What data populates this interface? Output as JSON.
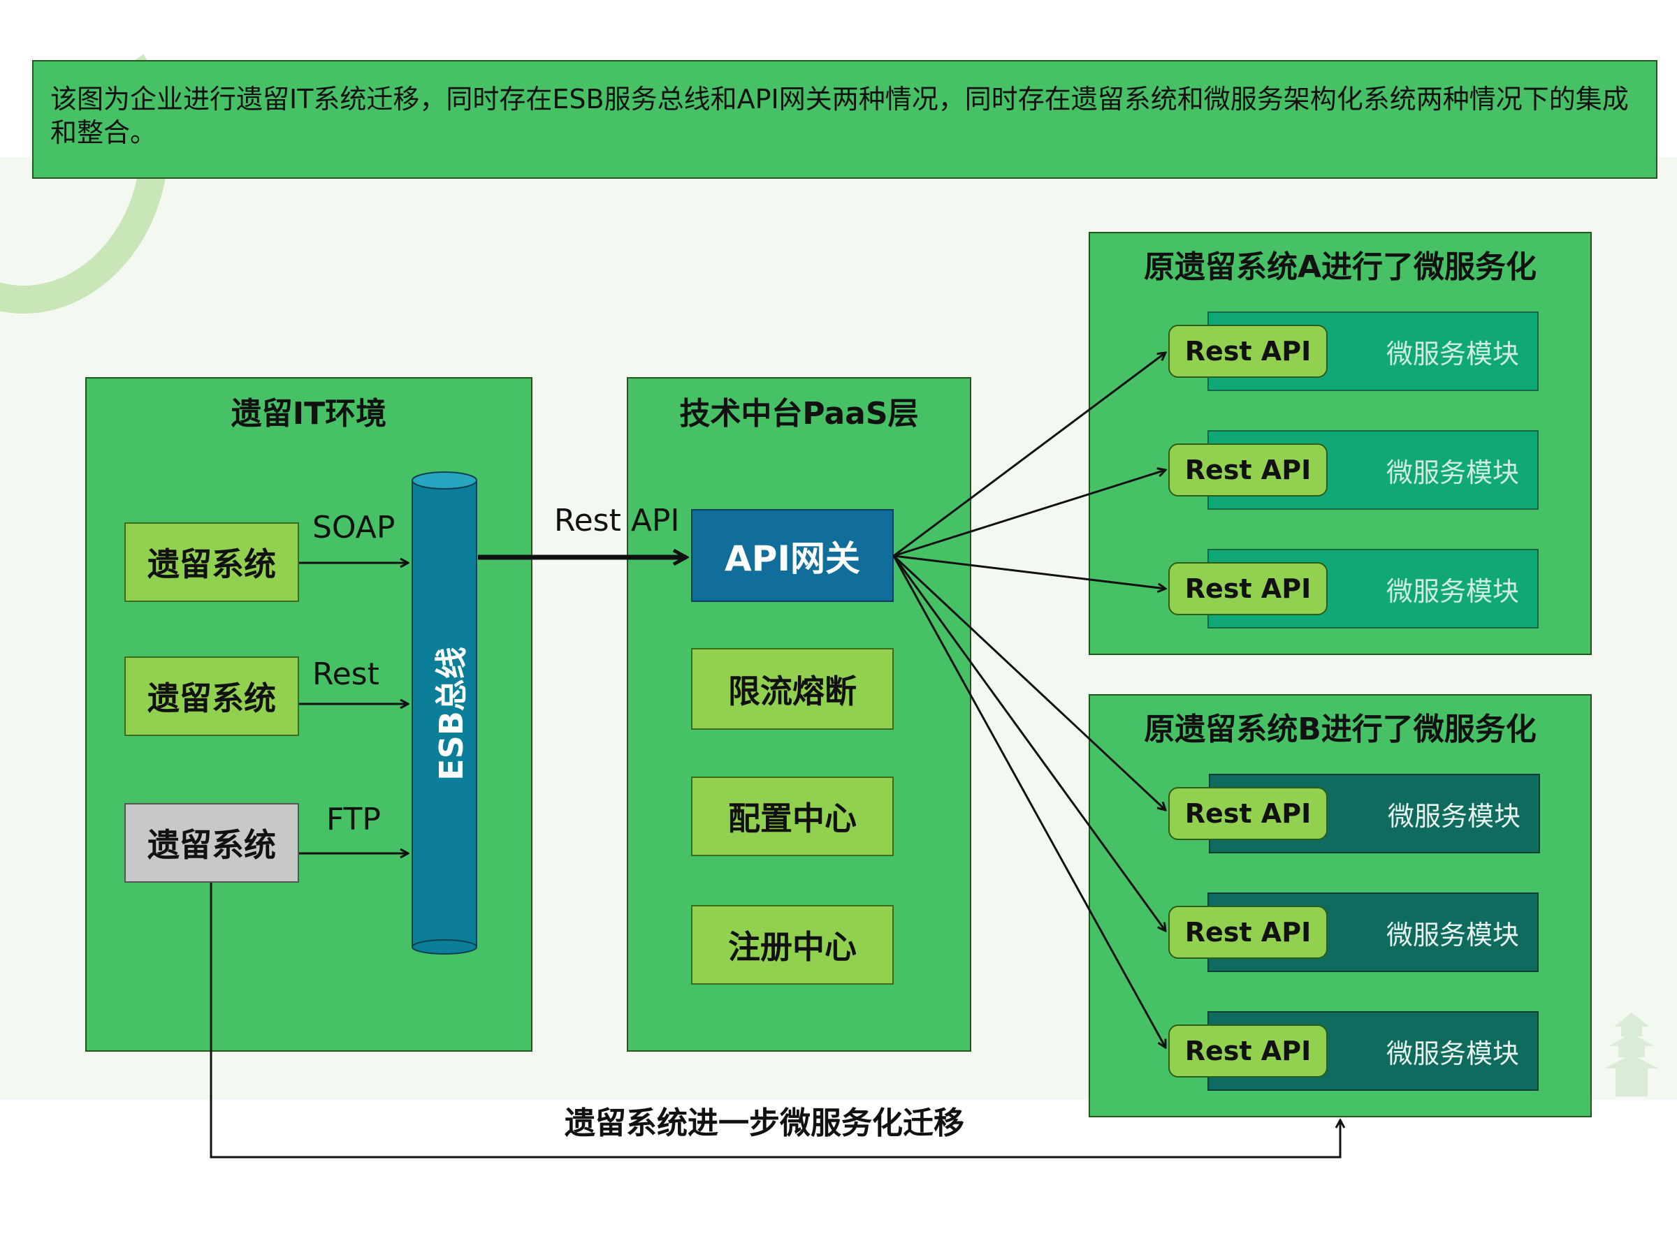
{
  "description": "该图为企业进行遗留IT系统迁移，同时存在ESB服务总线和API网关两种情况，同时存在遗留系统和微服务架构化系统两种情况下的集成和整合。",
  "legacy_env": {
    "title": "遗留IT环境",
    "systems": [
      "遗留系统",
      "遗留系统",
      "遗留系统"
    ],
    "protocols": [
      "SOAP",
      "Rest",
      "FTP"
    ],
    "esb": "ESB总线"
  },
  "paas": {
    "title": "技术中台PaaS层",
    "gateway": "API网关",
    "gateway_input_label": "Rest API",
    "items": [
      "限流熔断",
      "配置中心",
      "注册中心"
    ]
  },
  "group_a": {
    "title": "原遗留系统A进行了微服务化",
    "modules": [
      {
        "api": "Rest API",
        "name": "微服务模块"
      },
      {
        "api": "Rest API",
        "name": "微服务模块"
      },
      {
        "api": "Rest API",
        "name": "微服务模块"
      }
    ]
  },
  "group_b": {
    "title": "原遗留系统B进行了微服务化",
    "modules": [
      {
        "api": "Rest API",
        "name": "微服务模块"
      },
      {
        "api": "Rest API",
        "name": "微服务模块"
      },
      {
        "api": "Rest API",
        "name": "微服务模块"
      }
    ]
  },
  "migration_label": "遗留系统进一步微服务化迁移",
  "colors": {
    "panel": "#47c165",
    "legacy_box": "#92d050",
    "legacy_gray": "#c8c8c8",
    "gateway": "#116e9b",
    "esb": "#0b7f9a",
    "module_a": "#11a878",
    "module_b": "#0e6b5e"
  }
}
